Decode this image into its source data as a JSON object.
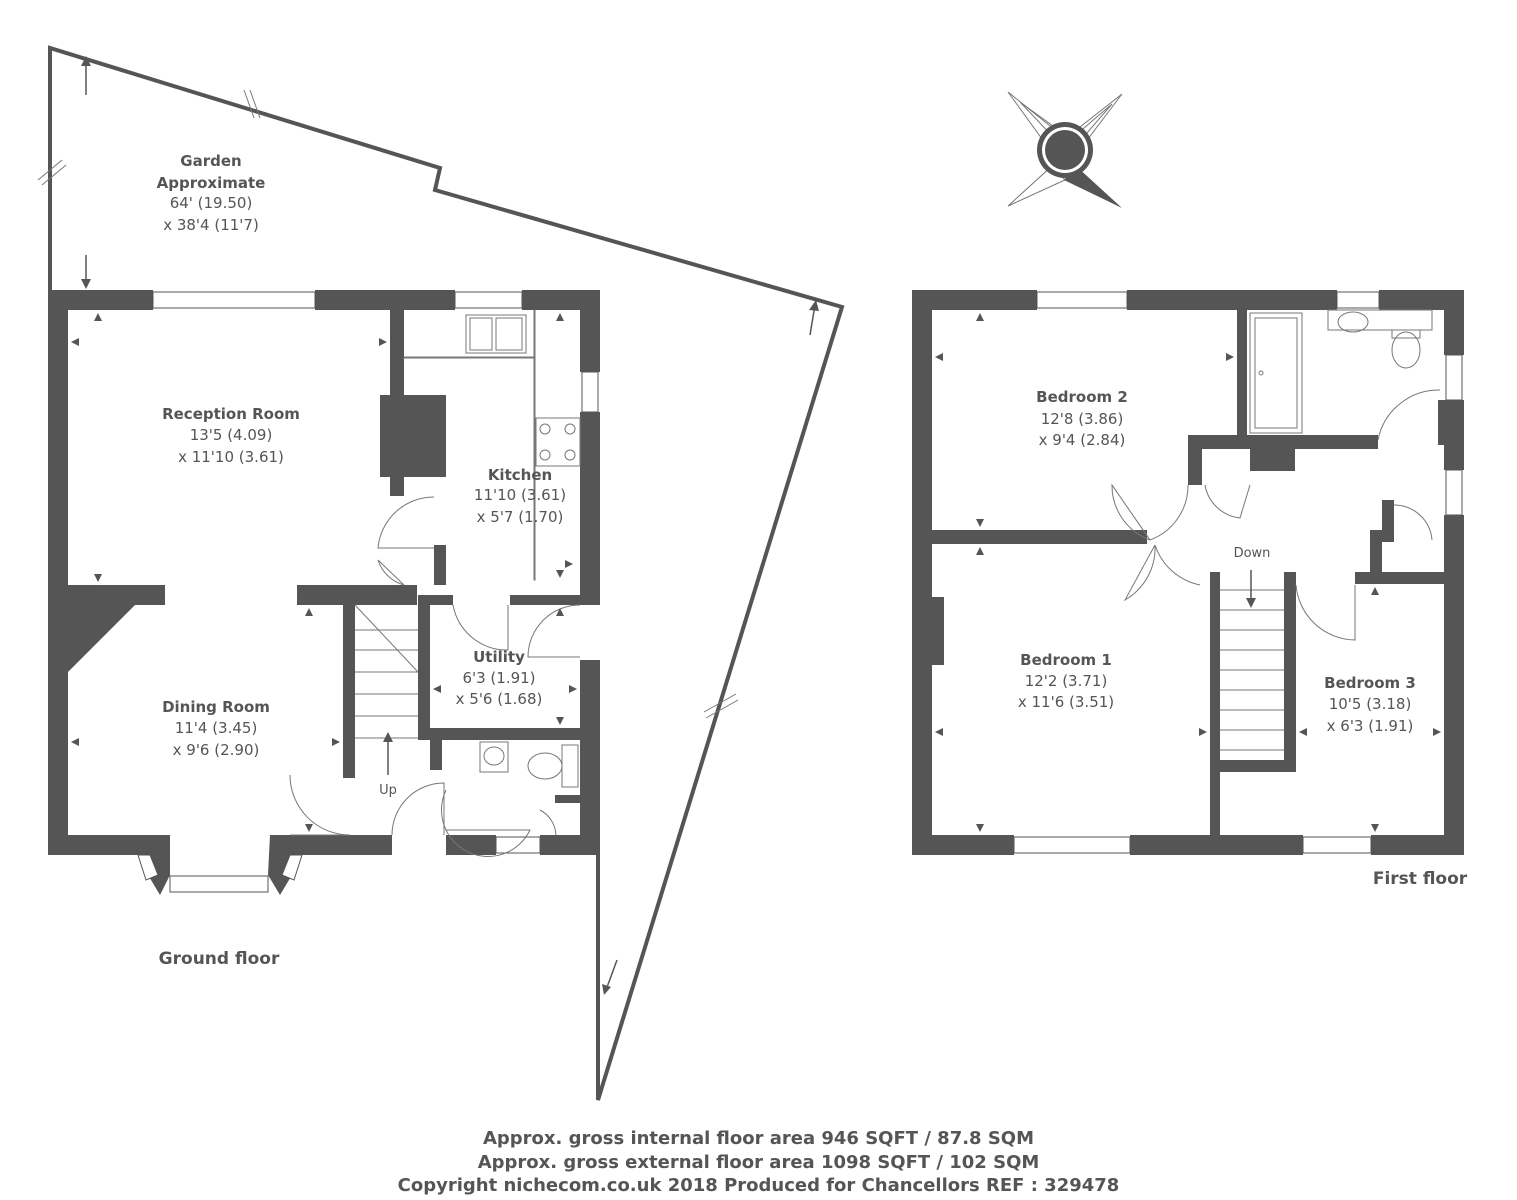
{
  "rooms": {
    "garden": {
      "name": "Garden",
      "name2": "Approximate",
      "dim1": "64' (19.50)",
      "dim2": "x 38'4 (11'7)"
    },
    "reception": {
      "name": "Reception Room",
      "dim1": "13'5 (4.09)",
      "dim2": "x 11'10 (3.61)"
    },
    "kitchen": {
      "name": "Kitchen",
      "dim1": "11'10 (3.61)",
      "dim2": "x 5'7 (1.70)"
    },
    "utility": {
      "name": "Utility",
      "dim1": "6'3 (1.91)",
      "dim2": "x 5'6 (1.68)"
    },
    "dining": {
      "name": "Dining Room",
      "dim1": "11'4 (3.45)",
      "dim2": "x 9'6 (2.90)"
    },
    "bedroom2": {
      "name": "Bedroom 2",
      "dim1": "12'8 (3.86)",
      "dim2": "x 9'4 (2.84)"
    },
    "bedroom1": {
      "name": "Bedroom 1",
      "dim1": "12'2 (3.71)",
      "dim2": "x 11'6 (3.51)"
    },
    "bedroom3": {
      "name": "Bedroom 3",
      "dim1": "10'5 (3.18)",
      "dim2": "x 6'3 (1.91)"
    }
  },
  "labels": {
    "up": "Up",
    "down": "Down",
    "ground_floor": "Ground floor",
    "first_floor": "First floor",
    "compass": "N"
  },
  "footer": {
    "line1": "Approx. gross internal floor area 946 SQFT / 87.8 SQM",
    "line2": "Approx. gross external floor area 1098 SQFT / 102 SQM",
    "line3": "Copyright nichecom.co.uk 2018 Produced for Chancellors REF : 329478"
  }
}
